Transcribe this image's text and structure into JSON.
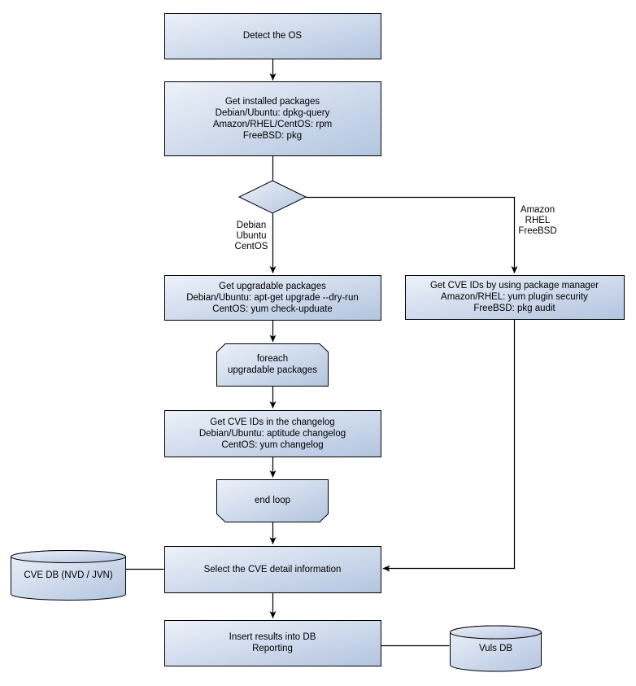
{
  "colors": {
    "node_fill_light": "#edf1f9",
    "node_fill_dark": "#b3c5e0",
    "stroke": "#000000",
    "background": "#ffffff"
  },
  "nodes": {
    "detect_os": {
      "lines": [
        "Detect the OS"
      ]
    },
    "get_installed_packages": {
      "lines": [
        "Get installed packages",
        "Debian/Ubuntu: dpkg-query",
        "Amazon/RHEL/CentOS: rpm",
        "FreeBSD: pkg"
      ]
    },
    "get_upgradable_packages": {
      "lines": [
        "Get upgradable packages",
        "Debian/Ubuntu: apt-get upgrade --dry-run",
        "CentOS: yum check-upduate"
      ]
    },
    "get_cve_ids_pkg_manager": {
      "lines": [
        "Get CVE IDs by using package manager",
        "Amazon/RHEL: yum plugin security",
        "FreeBSD: pkg audit"
      ]
    },
    "foreach_loop": {
      "lines": [
        "foreach",
        "upgradable packages"
      ]
    },
    "get_cve_ids_changelog": {
      "lines": [
        "Get CVE IDs in the changelog",
        "Debian/Ubuntu: aptitude changelog",
        "CentOS: yum changelog"
      ]
    },
    "end_loop": {
      "lines": [
        "end loop"
      ]
    },
    "select_cve_detail": {
      "lines": [
        "Select the CVE detail information"
      ]
    },
    "insert_results": {
      "lines": [
        "Insert results into DB",
        "Reporting"
      ]
    },
    "cve_db": {
      "lines": [
        "CVE DB (NVD / JVN)"
      ]
    },
    "vuls_db": {
      "lines": [
        "Vuls DB"
      ]
    }
  },
  "edge_labels": {
    "left_branch": {
      "lines": [
        "Debian",
        "Ubuntu",
        "CentOS"
      ]
    },
    "right_branch": {
      "lines": [
        "Amazon",
        "RHEL",
        "FreeBSD"
      ]
    }
  }
}
